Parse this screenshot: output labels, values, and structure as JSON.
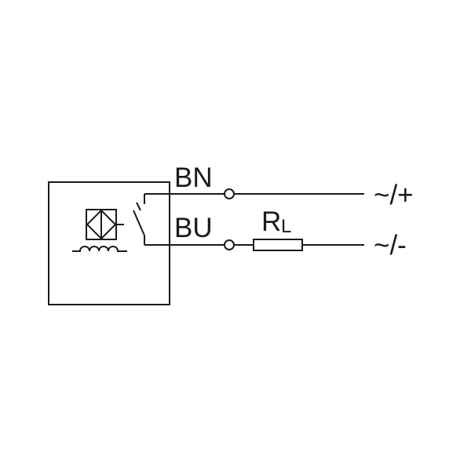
{
  "wires": {
    "brown": {
      "label": "BN",
      "terminal": "~/+"
    },
    "blue": {
      "label": "BU",
      "terminal": "~/-"
    }
  },
  "load": {
    "label": "R",
    "subscript": "L"
  },
  "colors": {
    "line": "#1a1a1a",
    "background": "#ffffff"
  }
}
